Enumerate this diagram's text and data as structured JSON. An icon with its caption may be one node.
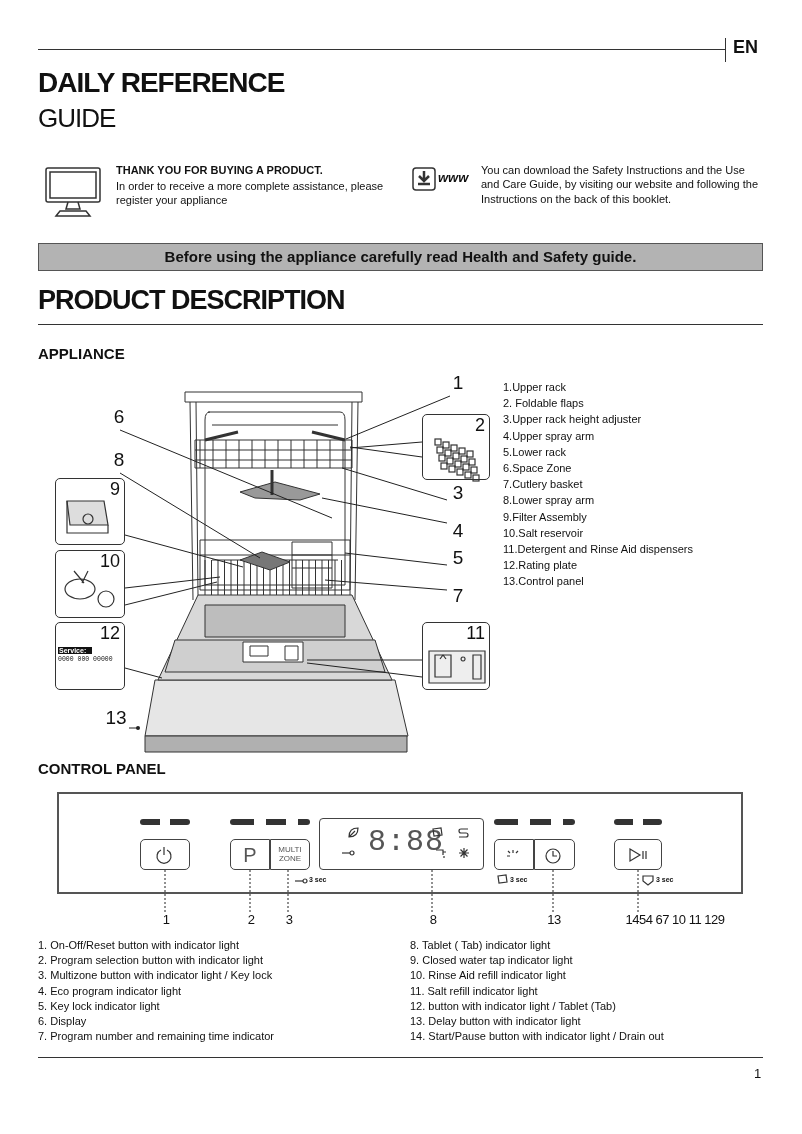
{
  "diagram": {
    "nodes": [
      {
        "text": [
          "1"
        ]
      },
      {
        "text": [
          "2"
        ]
      },
      {
        "text": [
          "3"
        ]
      },
      {
        "text": [
          "4"
        ]
      },
      {
        "text": [
          "5"
        ]
      },
      {
        "text": [
          "6"
        ]
      },
      {
        "text": [
          "7"
        ]
      },
      {
        "text": [
          "8"
        ]
      },
      {
        "text": [
          "9"
        ]
      },
      {
        "text": [
          "10"
        ]
      },
      {
        "text": [
          "11"
        ]
      },
      {
        "text": [
          "12",
          "Service:",
          "0000 000 00000"
        ]
      },
      {
        "text": [
          "13"
        ]
      },
      {
        "text": [],
        "shape": "box"
      },
      {
        "text": [
          "P"
        ]
      },
      {
        "text": [
          "MULTI ZONE"
        ]
      },
      {
        "text": [
          "8:88"
        ]
      },
      {
        "text": [],
        "shape": "box"
      },
      {
        "text": [],
        "shape": "box"
      },
      {
        "text": [],
        "shape": "box"
      },
      {
        "text": [
          "1"
        ]
      },
      {
        "text": [
          "2"
        ]
      },
      {
        "text": [
          "3"
        ]
      },
      {
        "text": [
          "8"
        ]
      },
      {
        "text": [
          "13"
        ]
      },
      {
        "text": [
          "1454 67 10 11 129"
        ]
      }
    ],
    "edges": [
      {
        "from": 0,
        "to": null,
        "arrow": "none"
      },
      {
        "from": 1,
        "to": null,
        "arrow": "none"
      },
      {
        "from": 1,
        "to": null,
        "arrow": "none"
      },
      {
        "from": 2,
        "to": null,
        "arrow": "none"
      },
      {
        "from": 3,
        "to": null,
        "arrow": "none"
      },
      {
        "from": 4,
        "to": null,
        "arrow": "none"
      },
      {
        "from": 5,
        "to": null,
        "arrow": "none"
      },
      {
        "from": 6,
        "to": null,
        "arrow": "none"
      },
      {
        "from": 7,
        "to": null,
        "arrow": "none"
      },
      {
        "from": 8,
        "to": null,
        "arrow": "none"
      },
      {
        "from": 9,
        "to": null,
        "arrow": "none"
      },
      {
        "from": 9,
        "to": null,
        "arrow": "none"
      },
      {
        "from": 10,
        "to": null,
        "arrow": "none"
      },
      {
        "from": 10,
        "to": null,
        "arrow": "none"
      },
      {
        "from": 11,
        "to": null,
        "arrow": "none"
      },
      {
        "from": 12,
        "to": null,
        "arrow": "other"
      },
      {
        "from": 20,
        "to": 13,
        "arrow": "none",
        "style": "dashed"
      },
      {
        "from": 21,
        "to": 14,
        "arrow": "none",
        "style": "dashed"
      },
      {
        "from": 22,
        "to": 15,
        "arrow": "none",
        "style": "dashed"
      },
      {
        "from": 23,
        "to": 16,
        "arrow": "none",
        "style": "dashed"
      },
      {
        "from": 24,
        "to": 18,
        "arrow": "none",
        "style": "dashed"
      },
      {
        "from": 25,
        "to": 19,
        "arrow": "none",
        "style": "dashed"
      }
    ],
    "labels": [
      "EN",
      "DAILY REFERENCE",
      "GUIDE",
      "THANK YOU FOR BUYING A PRODUCT.",
      "In order to receive a more complete assistance, please register your appliance",
      "www",
      "You can download the Safety Instructions and the Use and Care Guide, by visiting our website and following the Instructions on the back of this booklet.",
      "Before using the appliance carefully read Health and Safety guide.",
      "PRODUCT DESCRIPTION",
      "APPLIANCE",
      "1.Upper rack",
      "2. Foldable flaps",
      "3.Upper rack height adjuster",
      "4.Upper spray arm",
      "5.Lower rack",
      "6.Space Zone",
      "7.Cutlery basket",
      "8.Lower spray arm",
      "9.Filter Assembly",
      "10.Salt reservoir",
      "11.Detergent and Rinse Aid dispensers",
      "12.Rating plate",
      "13.Control panel",
      "CONTROL PANEL",
      "3 sec",
      "3 sec",
      "3 sec",
      "1. On-Off/Reset button with indicator light",
      "2. Program selection button with indicator light",
      "3. Multizone button with indicator light / Key lock",
      "4. Eco program indicator light",
      "5. Key lock indicator light",
      "6. Display",
      "7. Program number and remaining time indicator",
      "8. Tablet ( Tab) indicator light",
      "9. Closed water tap indicator light",
      "10. Rinse Aid refill indicator light",
      "11. Salt refill indicator light",
      "12. button with indicator light / Tablet (Tab)",
      "13. Delay button with indicator light",
      "14. Start/Pause button with indicator light / Drain out",
      "1"
    ]
  }
}
